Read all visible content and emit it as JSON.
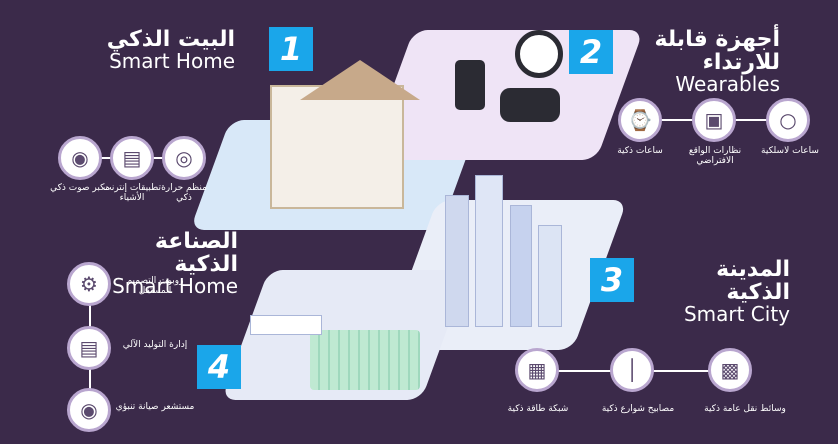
{
  "sections": {
    "smart_home": {
      "number": "1",
      "title_ar": "البيت الذكي",
      "title_en": "Smart Home"
    },
    "wearables": {
      "number": "2",
      "title_ar": "أجهزة قابلة للارتداء",
      "title_en": "Wearables"
    },
    "smart_city": {
      "number": "3",
      "title_ar": "المدينة الذكية",
      "title_en": "Smart City"
    },
    "smart_industry": {
      "number": "4",
      "title_ar": "الصناعة الذكية",
      "title_en": "Smart Home"
    }
  },
  "home_items": [
    {
      "label": "مكبر صوت ذكي",
      "icon": "speaker-icon"
    },
    {
      "label": "تطبيقات إنترنت الأشياء",
      "icon": "appliance-icon"
    },
    {
      "label": "منظم حرارة ذكي",
      "icon": "thermostat-icon"
    }
  ],
  "wearable_items": [
    {
      "label": "ساعات ذكية",
      "icon": "smartwatch-icon"
    },
    {
      "label": "نظارات الواقع الافتراضي",
      "icon": "vr-headset-icon"
    },
    {
      "label": "ساعات لاسلكية",
      "icon": "earbuds-icon"
    }
  ],
  "city_items": [
    {
      "label": "شبكة طاقة ذكية",
      "icon": "power-grid-icon"
    },
    {
      "label": "مصابيح شوارع ذكية",
      "icon": "street-light-icon"
    },
    {
      "label": "وسائط نقل عامة ذكية",
      "icon": "bus-icon"
    }
  ],
  "industry_items": [
    {
      "label": "روبوت التصميم المستقل",
      "icon": "robot-arm-icon"
    },
    {
      "label": "إدارة التوليد الآلي",
      "icon": "laptop-icon"
    },
    {
      "label": "مستشعر صيانة تنبؤي",
      "icon": "sensor-icon"
    }
  ],
  "colors": {
    "background": "#3b2a4a",
    "accent": "#1aa6ea",
    "platform": "#e8e4f4"
  }
}
